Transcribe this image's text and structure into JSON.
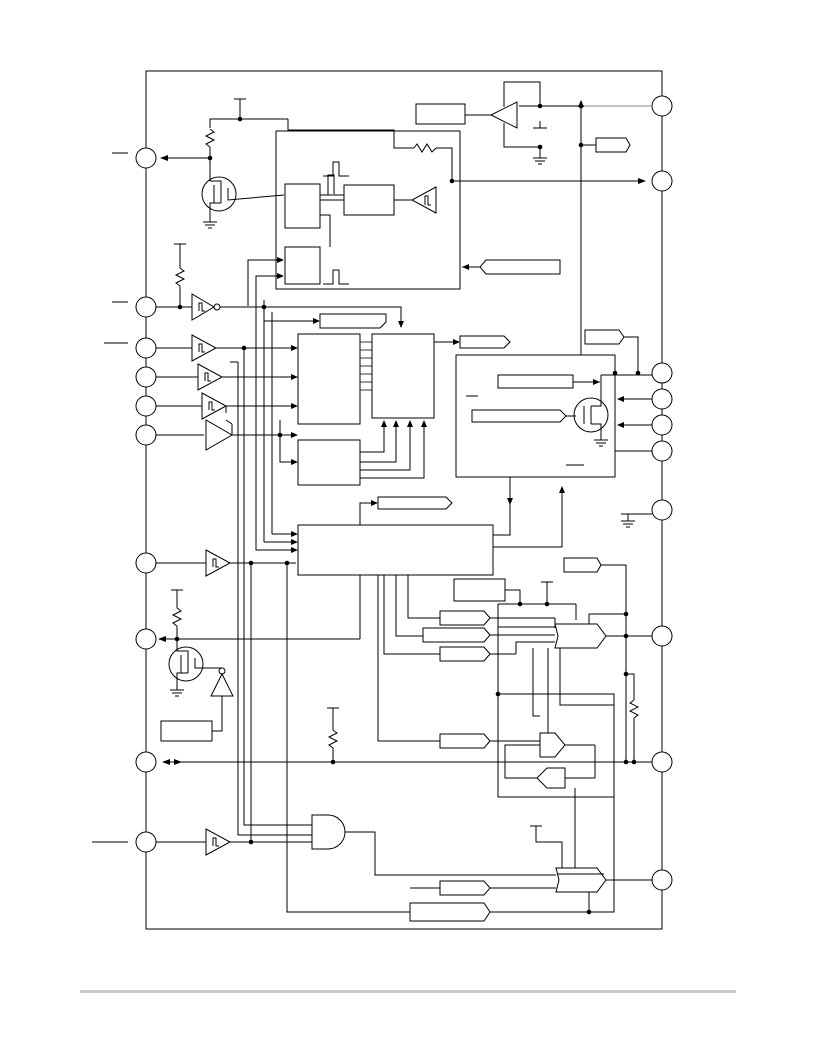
{
  "document": {
    "figure_type": "block-diagram",
    "text_labels": []
  },
  "colors": {
    "line": "#000000",
    "background": "#ffffff",
    "footer_rule": "#c8c8c8",
    "frame_tap": "#888888"
  },
  "left_pins": [
    {
      "id": "L1",
      "has_overbar_label": true
    },
    {
      "id": "L2",
      "has_overbar_label": true
    },
    {
      "id": "L3",
      "has_overbar_label": true
    },
    {
      "id": "L4",
      "has_overbar_label": false
    },
    {
      "id": "L5",
      "has_overbar_label": false
    },
    {
      "id": "L6",
      "has_overbar_label": false
    },
    {
      "id": "L7",
      "has_overbar_label": false
    },
    {
      "id": "L8",
      "has_overbar_label": false
    },
    {
      "id": "L9",
      "has_overbar_label": false
    },
    {
      "id": "L10",
      "has_overbar_label": true
    }
  ],
  "right_pins": [
    {
      "id": "R1"
    },
    {
      "id": "R2"
    },
    {
      "id": "R3"
    },
    {
      "id": "R4"
    },
    {
      "id": "R5"
    },
    {
      "id": "R6"
    },
    {
      "id": "R7"
    },
    {
      "id": "R8"
    },
    {
      "id": "R9"
    },
    {
      "id": "R10"
    }
  ]
}
